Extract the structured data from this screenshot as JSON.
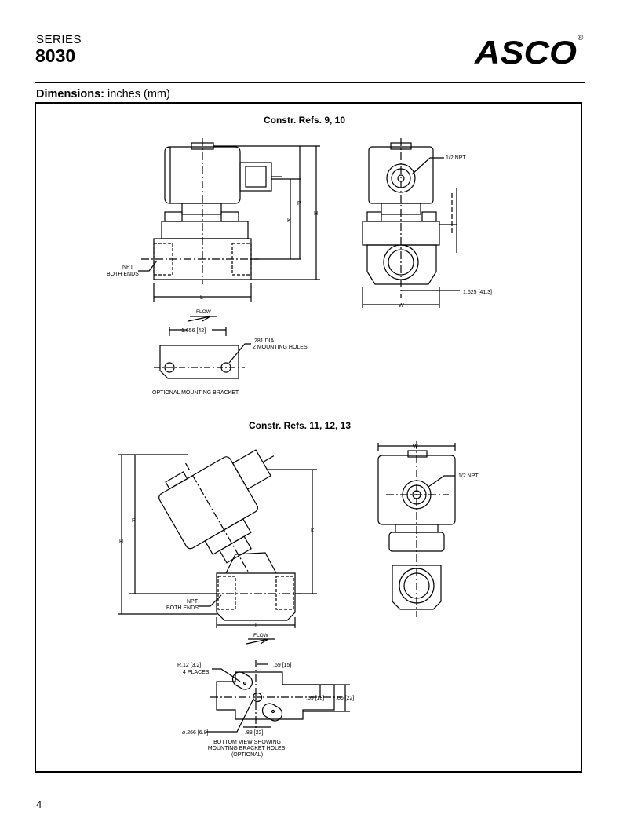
{
  "header": {
    "series_label": "SERIES",
    "series_number": "8030",
    "brand": "ASCO",
    "registered_mark": "®"
  },
  "section": {
    "heading_bold": "Dimensions:",
    "heading_rest": " inches (mm)"
  },
  "figure_top": {
    "title": "Constr. Refs. 9, 10",
    "label_npt_1": "NPT",
    "label_npt_2": "BOTH ENDS",
    "label_half_npt": "1/2 NPT",
    "dim_p": "P",
    "dim_k": "K",
    "dim_h": "H",
    "dim_l": "L",
    "dim_w": "W",
    "dim_side": "1.625 [41.3]",
    "flow": "FLOW",
    "bracket_spacing": "1.656 [42]",
    "hole_dia": ".281 DIA",
    "hole_count": "2 MOUNTING HOLES",
    "bracket_caption": "OPTIONAL MOUNTING BRACKET"
  },
  "figure_bottom": {
    "title": "Constr. Refs. 11, 12, 13",
    "dim_w": "W",
    "label_half_npt": "1/2 NPT",
    "dim_p": "P",
    "dim_h": "H",
    "dim_k": "K",
    "dim_l": "L",
    "label_npt_1": "NPT",
    "label_npt_2": "BOTH ENDS",
    "flow": "FLOW",
    "radius_1": "R.12 [3.2]",
    "radius_2": "4 PLACES",
    "dim_59": ".59 [15]",
    "dim_69": ".69 [18]",
    "dim_86": ".86 [22]",
    "dim_266": "ø.266 [6.8]",
    "dim_88": ".88 [22]",
    "bottom_caption_1": "BOTTOM VIEW SHOWING",
    "bottom_caption_2": "MOUNTING BRACKET HOLES.",
    "bottom_caption_3": "(OPTIONAL)"
  },
  "footer": {
    "page_number": "4"
  }
}
